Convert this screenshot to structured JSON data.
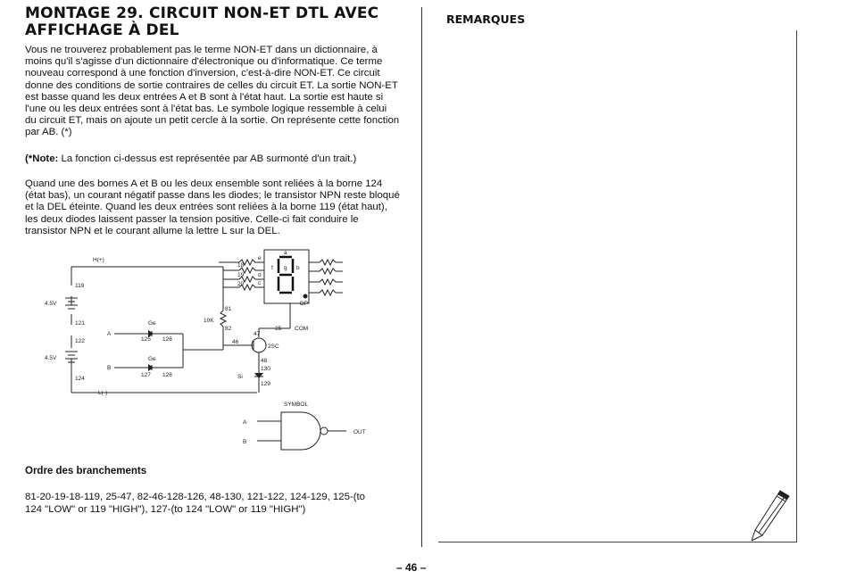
{
  "page": {
    "title_line1": "MONTAGE 29. CIRCUIT NON-ET DTL AVEC",
    "title_line2": "AFFICHAGE À DEL",
    "paragraph1": "Vous ne trouverez probablement pas le terme NON-ET dans un dictionnaire, à moins qu'il s'agisse d'un dictionnaire d'électronique ou d'informatique. Ce terme nouveau correspond à une fonction d'inversion, c'est-à-dire NON-ET. Ce circuit donne des conditions de sortie contraires de celles du circuit ET. La sortie NON-ET est basse quand les deux entrées A et B sont à l'état haut. La sortie est haute si l'une ou les deux entrées sont à l'état bas. Le symbole logique ressemble à celui du circuit ET, mais on ajoute un petit cercle à la sortie. On représente cette fonction par AB. (*)",
    "note_label": "(*Note:",
    "note_text": " La fonction ci-dessus est représentée par AB surmonté d'un trait.)",
    "paragraph2": "Quand une des bornes A et B ou les deux ensemble sont reliées à la borne 124 (état bas), un courant négatif passe dans les diodes; le transistor NPN reste bloqué et la DEL éteinte. Quand les deux entrées sont reliées à la borne 119 (état haut), les deux diodes laissent passer la tension positive. Celle-ci fait conduire le transistor NPN et le courant allume la lettre L sur la DEL.",
    "order_heading": "Ordre des branchements",
    "order_text": "81-20-19-18-119, 25-47, 82-46-128-126, 48-130, 121-122, 124-129, 125-(to 124 \"LOW\" or 119 \"HIGH\"), 127-(to 124 \"LOW\" or 119 \"HIGH\")",
    "remarks_title": "REMARQUES",
    "page_number": "– 46 –"
  },
  "circuit": {
    "h_label": "H(+)",
    "l_label": "L(-)",
    "t119": "119",
    "t121": "121",
    "t122": "122",
    "t124": "124",
    "batt1": "4.5V",
    "batt2": "4.5V",
    "in_a": "A",
    "in_b": "B",
    "ge1": "Ge",
    "ge2": "Ge",
    "t125": "125",
    "t126": "126",
    "t127": "127",
    "t128": "128",
    "r10k": "10K",
    "t81": "81",
    "t82": "82",
    "t18": "18",
    "t19": "19",
    "t20": "20",
    "seg_e": "e",
    "seg_d": "d",
    "seg_c": "c",
    "seg_a": "a",
    "seg_f": "f",
    "seg_g": "g",
    "seg_b": "b",
    "dp": "DP",
    "t25": "25",
    "com": "COM",
    "t47": "47",
    "t46": "46",
    "t48": "48",
    "t130": "130",
    "t129": "129",
    "trans": "2SC",
    "si": "Si",
    "symbol_label": "SYMBOL",
    "sym_a": "A",
    "sym_b": "B",
    "sym_out": "OUT"
  }
}
